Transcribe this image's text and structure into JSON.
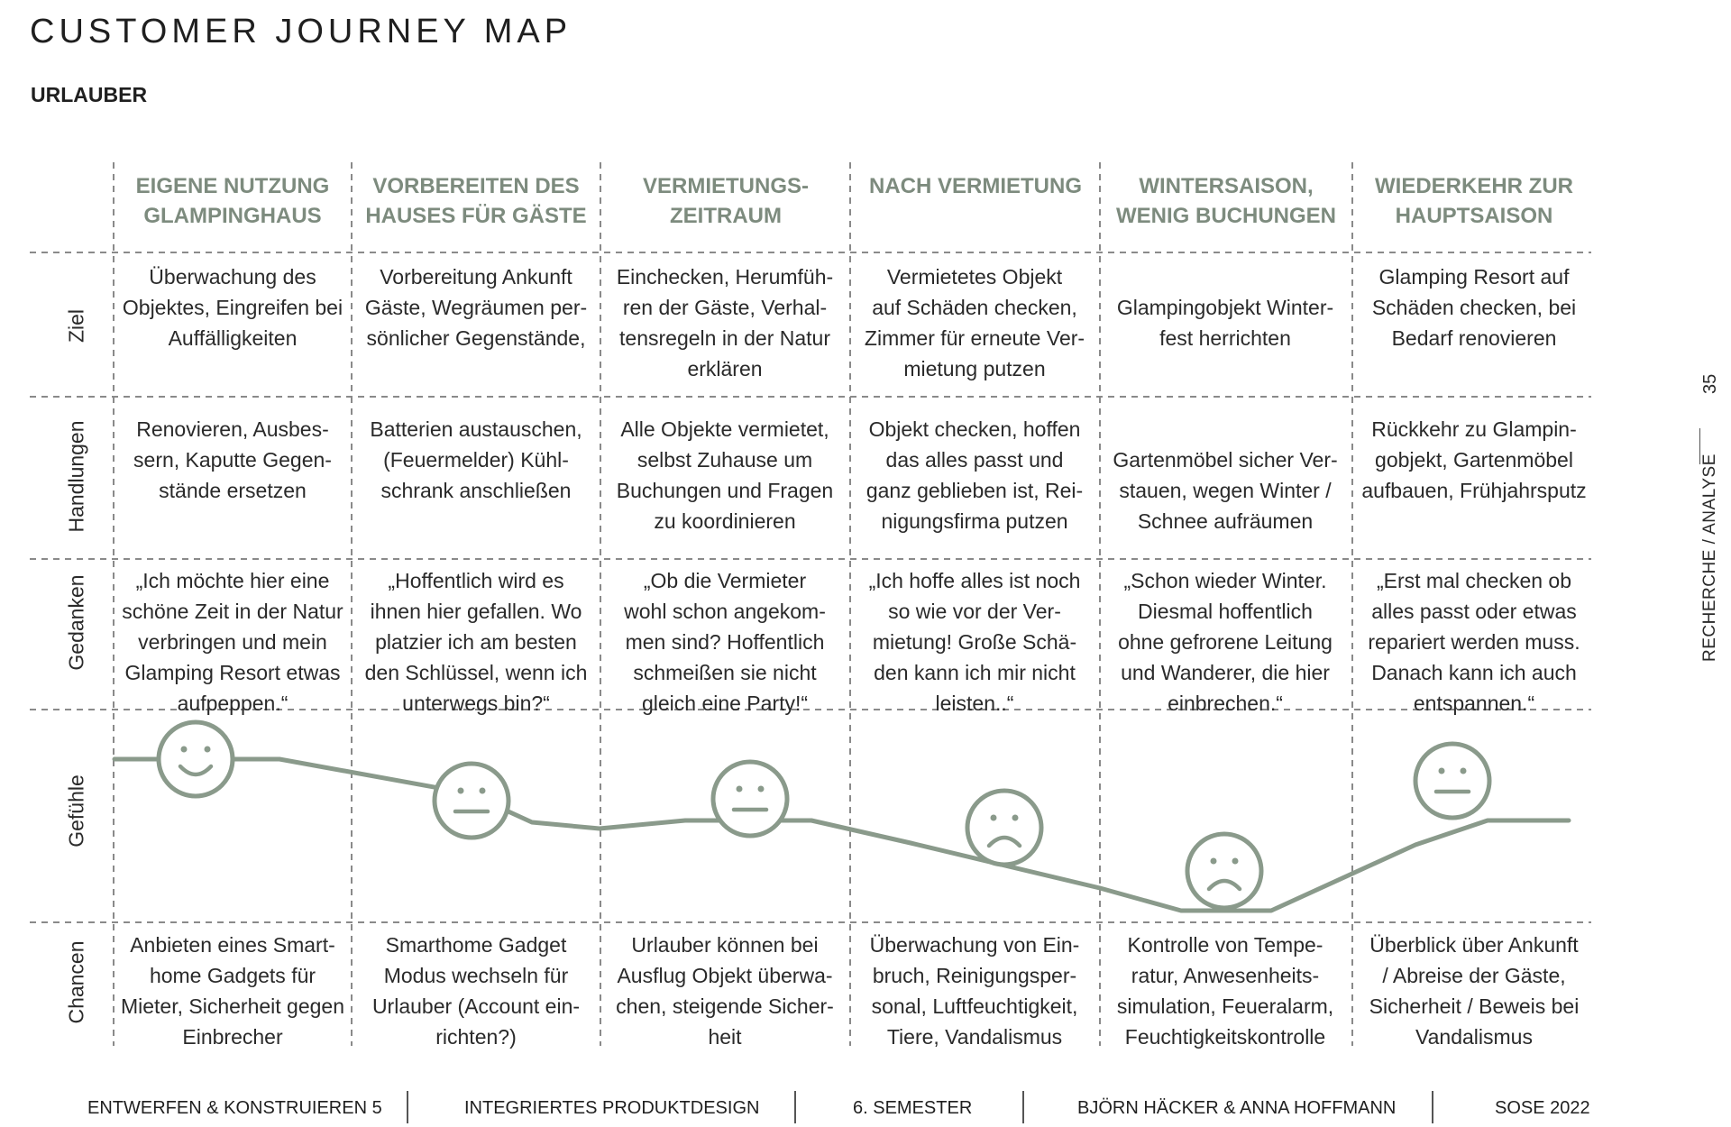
{
  "title": "CUSTOMER JOURNEY MAP",
  "subtitle": "URLAUBER",
  "colors": {
    "accent": "#8a9a8b",
    "header_text": "#7d8b7e",
    "text": "#2a2a2a",
    "grid": "#8a8a8a"
  },
  "phases": [
    {
      "line1": "EIGENE NUTZUNG",
      "line2": "GLAMPINGHAUS"
    },
    {
      "line1": "VORBEREITEN DES",
      "line2": "HAUSES FÜR GÄSTE"
    },
    {
      "line1": "VERMIETUNGS-",
      "line2": "ZEITRAUM"
    },
    {
      "line1": "NACH VERMIETUNG",
      "line2": ""
    },
    {
      "line1": "WINTERSAISON,",
      "line2": "WENIG BUCHUNGEN"
    },
    {
      "line1": "WIEDERKEHR ZUR",
      "line2": "HAUPTSAISON"
    }
  ],
  "row_labels": {
    "ziel": "Ziel",
    "handlungen": "Handlungen",
    "gedanken": "Gedanken",
    "gefuehle": "Gefühle",
    "chancen": "Chancen"
  },
  "ziel": [
    [
      "Überwachung des",
      "Objektes, Eingreifen bei",
      "Auffälligkeiten"
    ],
    [
      "Vorbereitung Ankunft",
      "Gäste, Wegräumen per-",
      "sönlicher Gegenstände,"
    ],
    [
      "Einchecken, Herumfüh-",
      "ren der Gäste, Verhal-",
      "tensregeln in der Natur",
      "erklären"
    ],
    [
      "Vermietetes Objekt",
      "auf Schäden checken,",
      "Zimmer für erneute Ver-",
      "mietung putzen"
    ],
    [
      "Glampingobjekt Winter-",
      "fest herrichten"
    ],
    [
      "Glamping Resort auf",
      "Schäden checken, bei",
      "Bedarf renovieren"
    ]
  ],
  "handlungen": [
    [
      "Renovieren, Ausbes-",
      "sern, Kaputte Gegen-",
      "stände ersetzen"
    ],
    [
      "Batterien austauschen,",
      "(Feuermelder) Kühl-",
      "schrank anschließen"
    ],
    [
      "Alle Objekte vermietet,",
      "selbst Zuhause um",
      "Buchungen und Fragen",
      "zu koordinieren"
    ],
    [
      "Objekt checken, hoffen",
      "das alles passt und",
      "ganz geblieben ist, Rei-",
      "nigungsfirma putzen"
    ],
    [
      "Gartenmöbel sicher Ver-",
      "stauen, wegen Winter /",
      "Schnee aufräumen"
    ],
    [
      "Rückkehr zu Glampin-",
      "gobjekt, Gartenmöbel",
      "aufbauen, Frühjahrsputz"
    ]
  ],
  "gedanken": [
    [
      "„Ich möchte hier eine",
      "schöne Zeit in der Natur",
      "verbringen und mein",
      "Glamping Resort etwas",
      "aufpeppen.“"
    ],
    [
      "„Hoffentlich wird es",
      "ihnen hier gefallen. Wo",
      "platzier ich am besten",
      "den Schlüssel, wenn ich",
      "unterwegs bin?“"
    ],
    [
      "„Ob die Vermieter",
      "wohl schon angekom-",
      "men sind? Hoffentlich",
      "schmeißen sie nicht",
      "gleich eine Party!“"
    ],
    [
      "„Ich hoffe alles ist noch",
      "so wie vor der Ver-",
      "mietung! Große Schä-",
      "den kann ich mir nicht",
      "leisten..“"
    ],
    [
      "„Schon wieder Winter.",
      "Diesmal hoffentlich",
      "ohne gefrorene Leitung",
      "und Wanderer, die hier",
      "einbrechen.“"
    ],
    [
      "„Erst mal checken ob",
      "alles passt oder etwas",
      "repariert werden muss.",
      "Danach kann ich auch",
      "entspannen.“"
    ]
  ],
  "chancen": [
    [
      "Anbieten eines Smart-",
      "home Gadgets für",
      "Mieter, Sicherheit gegen",
      "Einbrecher"
    ],
    [
      "Smarthome Gadget",
      "Modus wechseln für",
      "Urlauber (Account ein-",
      "richten?)"
    ],
    [
      "Urlauber können bei",
      "Ausflug Objekt überwa-",
      "chen, steigende Sicher-",
      "heit"
    ],
    [
      "Überwachung von Ein-",
      "bruch, Reinigungsper-",
      "sonal, Luftfeuchtigkeit,",
      "Tiere, Vandalismus"
    ],
    [
      "Kontrolle von Tempe-",
      "ratur, Anwesenheits-",
      "simulation, Feueralarm,",
      "Feuchtigkeitskontrolle"
    ],
    [
      "Überblick über Ankunft",
      "/ Abreise der Gäste,",
      "Sicherheit / Beweis bei",
      "Vandalismus"
    ]
  ],
  "emotions": [
    {
      "phase": "EIGENE NUTZUNG GLAMPINGHAUS",
      "mood": "happy",
      "icon": "smiley-happy-icon"
    },
    {
      "phase": "VORBEREITEN DES HAUSES FÜR GÄSTE",
      "mood": "neutral",
      "icon": "smiley-neutral-icon"
    },
    {
      "phase": "VERMIETUNGS-ZEITRAUM",
      "mood": "neutral",
      "icon": "smiley-neutral-icon"
    },
    {
      "phase": "NACH VERMIETUNG",
      "mood": "sad",
      "icon": "smiley-sad-icon"
    },
    {
      "phase": "WINTERSAISON, WENIG BUCHUNGEN",
      "mood": "sad",
      "icon": "smiley-sad-icon"
    },
    {
      "phase": "WIEDERKEHR ZUR HAUPTSAISON",
      "mood": "neutral",
      "icon": "smiley-neutral-icon"
    }
  ],
  "side": {
    "page": "35",
    "section": "RECHERCHE / ANALYSE"
  },
  "footer": [
    "ENTWERFEN & KONSTRUIEREN 5",
    "INTEGRIERTES PRODUKTDESIGN",
    "6. SEMESTER",
    "BJÖRN HÄCKER  & ANNA HOFFMANN",
    "SOSE 2022"
  ]
}
